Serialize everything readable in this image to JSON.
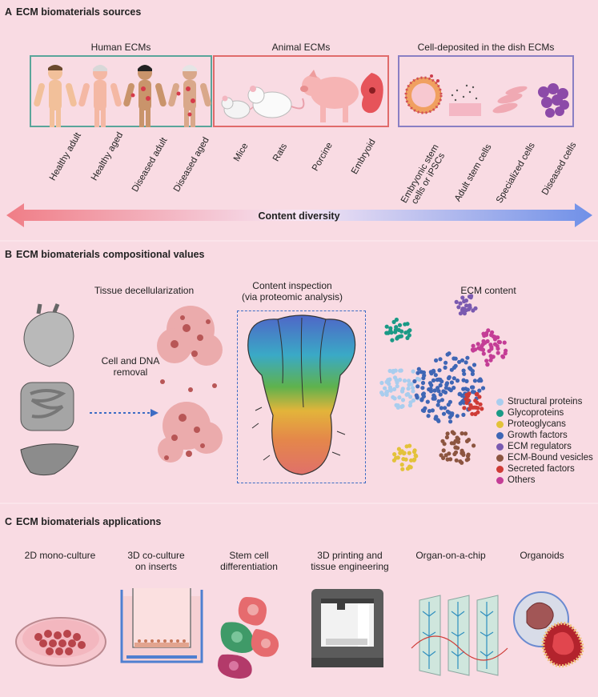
{
  "panelA": {
    "letter": "A",
    "title": "ECM biomaterials sources",
    "groups": [
      {
        "label": "Human ECMs",
        "color": "#5aa59a"
      },
      {
        "label": "Animal ECMs",
        "color": "#e06b6b"
      },
      {
        "label": "Cell-deposited in the dish ECMs",
        "color": "#8a7fc4"
      }
    ],
    "human_items": [
      "Healthy adult",
      "Healthy aged",
      "Diseased adult",
      "Diseased aged"
    ],
    "animal_items": [
      "Mice",
      "Rats",
      "Porcine",
      "Embryoid"
    ],
    "cell_items": [
      "Embryonic stem\ncells or iPSCs",
      "Adult stem cells",
      "Specialized cells",
      "Diseased cells"
    ],
    "arrow_label": "Content diversity",
    "arrow_colors": {
      "left": "#f07d86",
      "right": "#6f90e8"
    }
  },
  "panelB": {
    "letter": "B",
    "title": "ECM biomaterials compositional values",
    "step1": "Tissue decellularization",
    "step1_arrow_line1": "Cell and DNA",
    "step1_arrow_line2": "removal",
    "step2_line1": "Content inspection",
    "step2_line2": "(via proteomic analysis)",
    "step3": "ECM content",
    "legend": [
      {
        "label": "Structural proteins",
        "color": "#a9cdee"
      },
      {
        "label": "Glycoproteins",
        "color": "#1a9a86"
      },
      {
        "label": "Proteoglycans",
        "color": "#e3c23a"
      },
      {
        "label": "Growth factors",
        "color": "#3f66b5"
      },
      {
        "label": "ECM regulators",
        "color": "#7a5ab0"
      },
      {
        "label": "ECM-Bound vesicles",
        "color": "#8c5540"
      },
      {
        "label": "Secreted factors",
        "color": "#cf3b36"
      },
      {
        "label": "Others",
        "color": "#c43d96"
      }
    ]
  },
  "panelC": {
    "letter": "C",
    "title": "ECM biomaterials applications",
    "apps": [
      {
        "line1": "2D mono-culture",
        "line2": ""
      },
      {
        "line1": "3D co-culture",
        "line2": "on inserts"
      },
      {
        "line1": "Stem cell",
        "line2": "differentiation"
      },
      {
        "line1": "3D printing and",
        "line2": "tissue engineering"
      },
      {
        "line1": "Organ-on-a-chip",
        "line2": ""
      },
      {
        "line1": "Organoids",
        "line2": ""
      }
    ]
  }
}
